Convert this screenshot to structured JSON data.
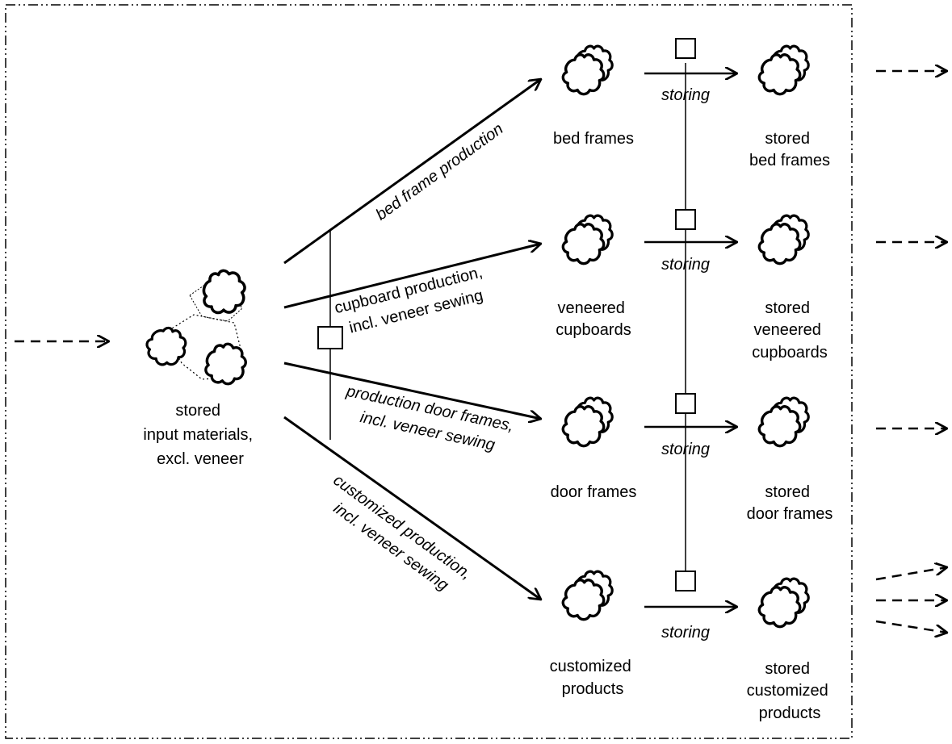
{
  "source": {
    "label_lines": [
      "stored",
      "input materials,",
      "excl. veneer"
    ]
  },
  "processes": [
    {
      "id": "bed",
      "label_lines": [
        "bed frame production"
      ]
    },
    {
      "id": "cupboard",
      "label_lines": [
        "cupboard production,",
        "incl. veneer sewing"
      ]
    },
    {
      "id": "door",
      "label_lines": [
        "production door frames,",
        "incl. veneer sewing"
      ]
    },
    {
      "id": "custom",
      "label_lines": [
        "customized production,",
        "incl. veneer sewing"
      ]
    }
  ],
  "products": [
    {
      "id": "bed",
      "label_lines": [
        "bed frames"
      ]
    },
    {
      "id": "cupboard",
      "label_lines": [
        "veneered",
        "cupboards"
      ]
    },
    {
      "id": "door",
      "label_lines": [
        "door frames"
      ]
    },
    {
      "id": "custom",
      "label_lines": [
        "customized",
        "products"
      ]
    }
  ],
  "storing_label": "storing",
  "stored_products": [
    {
      "id": "bed",
      "label_lines": [
        "stored",
        "bed frames"
      ]
    },
    {
      "id": "cupboard",
      "label_lines": [
        "stored",
        "veneered",
        "cupboards"
      ]
    },
    {
      "id": "door",
      "label_lines": [
        "stored",
        "door frames"
      ]
    },
    {
      "id": "custom",
      "label_lines": [
        "stored",
        "customized",
        "products"
      ]
    }
  ],
  "colors": {
    "stroke": "#000000",
    "background": "#ffffff"
  }
}
